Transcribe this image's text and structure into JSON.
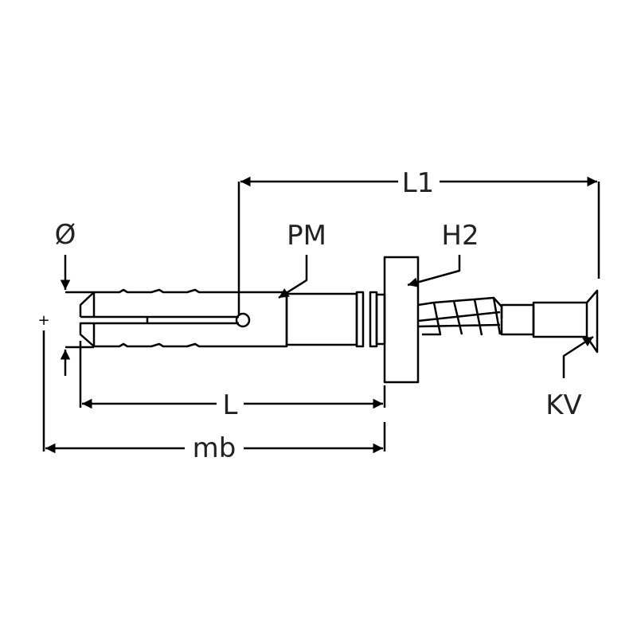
{
  "labels": {
    "diameter": "Ø",
    "pm": "PM",
    "h2": "H2",
    "l1": "L1",
    "l": "L",
    "mb": "mb",
    "kv": "KV",
    "plus": "+"
  },
  "colors": {
    "stroke": "#000000",
    "text": "#222222"
  }
}
